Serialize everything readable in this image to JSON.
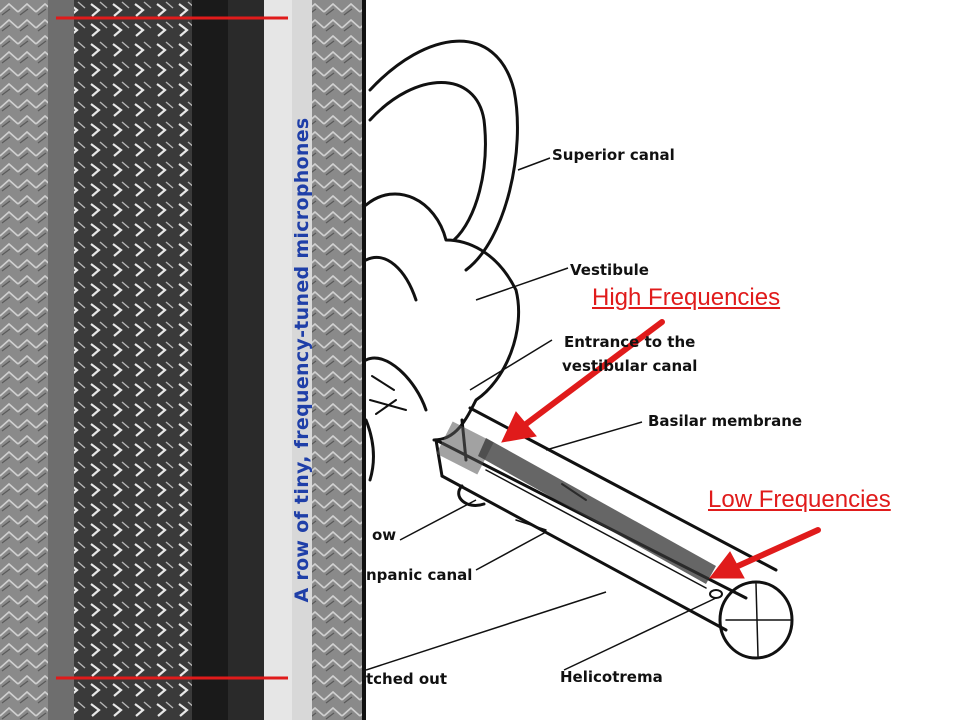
{
  "photo": {
    "caption": "A row of tiny, frequency-tuned microphones"
  },
  "diagram": {
    "labels": {
      "superior_canal": "Superior canal",
      "vestibule": "Vestibule",
      "entrance_line1": "Entrance to the",
      "entrance_line2": "vestibular canal",
      "basilar_membrane": "Basilar membrane",
      "round_window_partial": "ow",
      "tympanic_canal_partial": "npanic canal",
      "stretched_out_partial": "tched out",
      "helicotrema": "Helicotrema"
    },
    "annotations": {
      "high": "High Frequencies",
      "low": "Low Frequencies"
    }
  },
  "colors": {
    "annotation_red": "#e01b1b",
    "caption_blue": "#1f3fa8"
  }
}
